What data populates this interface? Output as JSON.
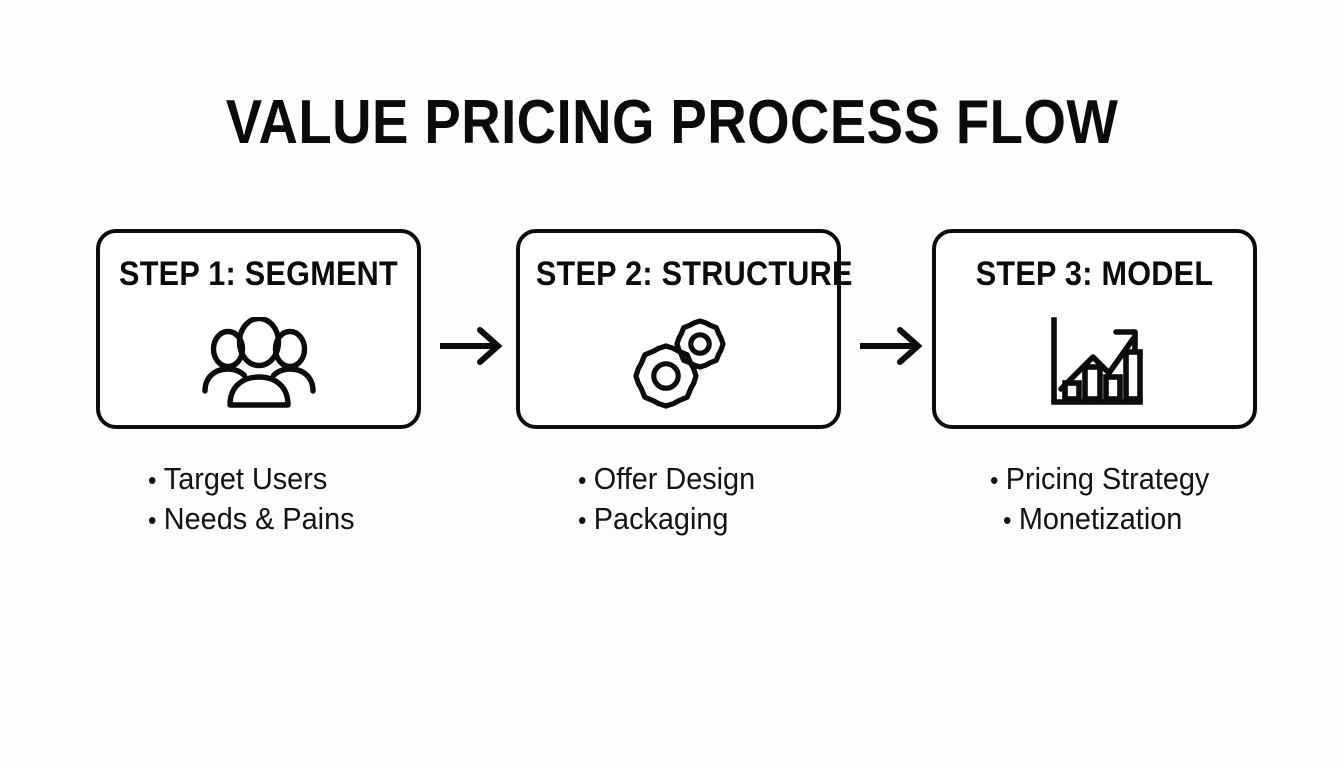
{
  "page": {
    "title": "VALUE PRICING PROCESS FLOW",
    "background_color": "#fdfdfc",
    "ink_color": "#0b0b0b"
  },
  "flow": {
    "arrow_glyph": "arrow-right",
    "steps": [
      {
        "heading": "STEP 1: SEGMENT",
        "icon": "people-group-icon",
        "bullets": [
          "Target Users",
          "Needs & Pains"
        ],
        "bullet_marker": "•"
      },
      {
        "heading": "STEP 2: STRUCTURE",
        "icon": "gears-icon",
        "bullets": [
          "Offer Design",
          "Packaging"
        ],
        "bullet_marker": "•"
      },
      {
        "heading": "STEP 3: MODEL",
        "icon": "growth-chart-icon",
        "bullets": [
          "Pricing Strategy",
          "Monetization"
        ],
        "bullet_marker": "•"
      }
    ]
  }
}
